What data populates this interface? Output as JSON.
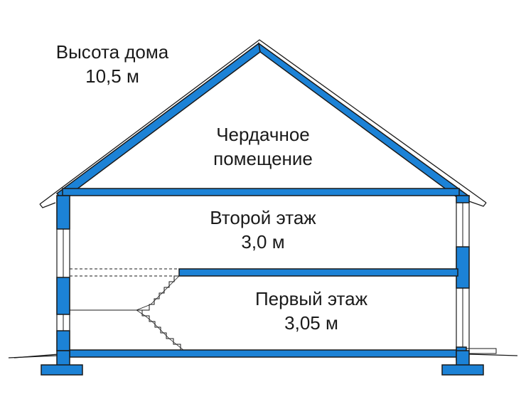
{
  "house_height": {
    "title": "Высота дома",
    "value": "10,5 м"
  },
  "attic": {
    "line1": "Чердачное",
    "line2": "помещение"
  },
  "second_floor": {
    "name": "Второй этаж",
    "height": "3,0 м"
  },
  "first_floor": {
    "name": "Первый этаж",
    "height": "3,05 м"
  },
  "colors": {
    "structure": "#1c82d6",
    "outline": "#1a1a1a",
    "background": "#ffffff"
  }
}
